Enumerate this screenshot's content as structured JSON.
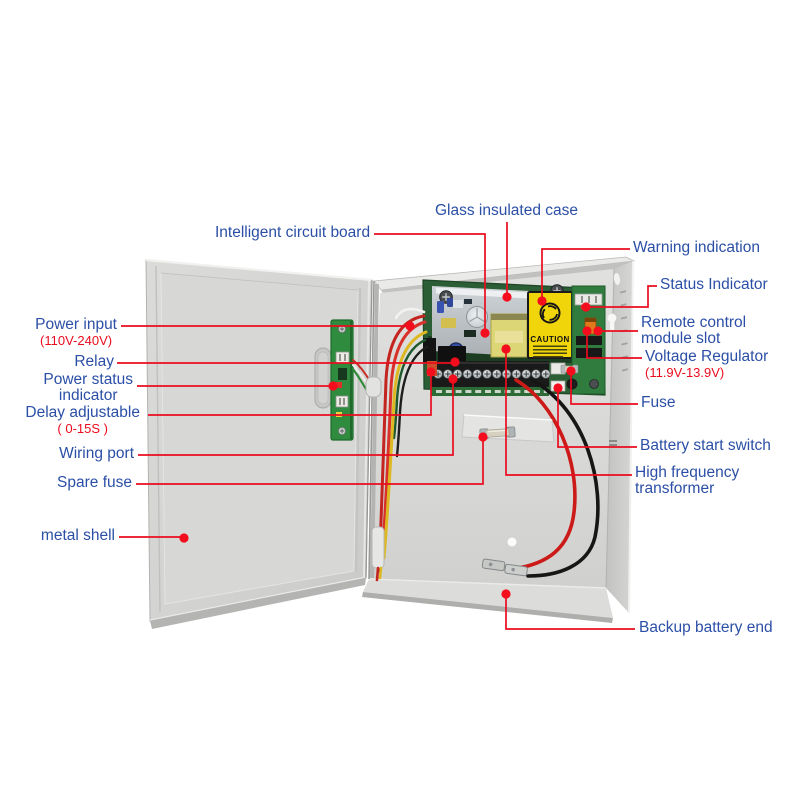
{
  "figure": {
    "type": "labeled product diagram",
    "subject": "access control power supply box (open metal enclosure with circuit board)"
  },
  "colors": {
    "label_blue": "#2b4fa6",
    "accent_red": "#ea0c1e",
    "shell_gray": "#d4d4d2",
    "pcb_green": "#2b5e34",
    "door_strip_green": "#2f8b3e",
    "caution_yellow": "#f0d50a"
  },
  "device": {
    "caution_text": "CAUTION"
  },
  "callouts": {
    "power_input": {
      "label": "Power input",
      "sub": "(110V-240V)"
    },
    "relay": {
      "label": "Relay"
    },
    "power_status_indicator": {
      "label": "Power status",
      "label2": "indicator"
    },
    "delay_adjustable": {
      "label": "Delay adjustable",
      "sub": "( 0-15S )"
    },
    "wiring_port": {
      "label": "Wiring port"
    },
    "spare_fuse": {
      "label": "Spare fuse"
    },
    "metal_shell": {
      "label": "metal shell"
    },
    "intelligent_circuit_board": {
      "label": "Intelligent circuit board"
    },
    "glass_insulated_case": {
      "label": "Glass insulated case"
    },
    "warning_indication": {
      "label": "Warning indication"
    },
    "status_indicator": {
      "label": "Status Indicator"
    },
    "remote_control_module_slot": {
      "label": "Remote control",
      "label2": "module slot"
    },
    "voltage_regulator": {
      "label": "Voltage Regulator",
      "sub": "(11.9V-13.9V)"
    },
    "fuse": {
      "label": "Fuse"
    },
    "battery_start_switch": {
      "label": "Battery start switch"
    },
    "high_frequency_transformer": {
      "label": "High frequency",
      "label2": "transformer"
    },
    "backup_battery_end": {
      "label": "Backup battery end"
    }
  }
}
